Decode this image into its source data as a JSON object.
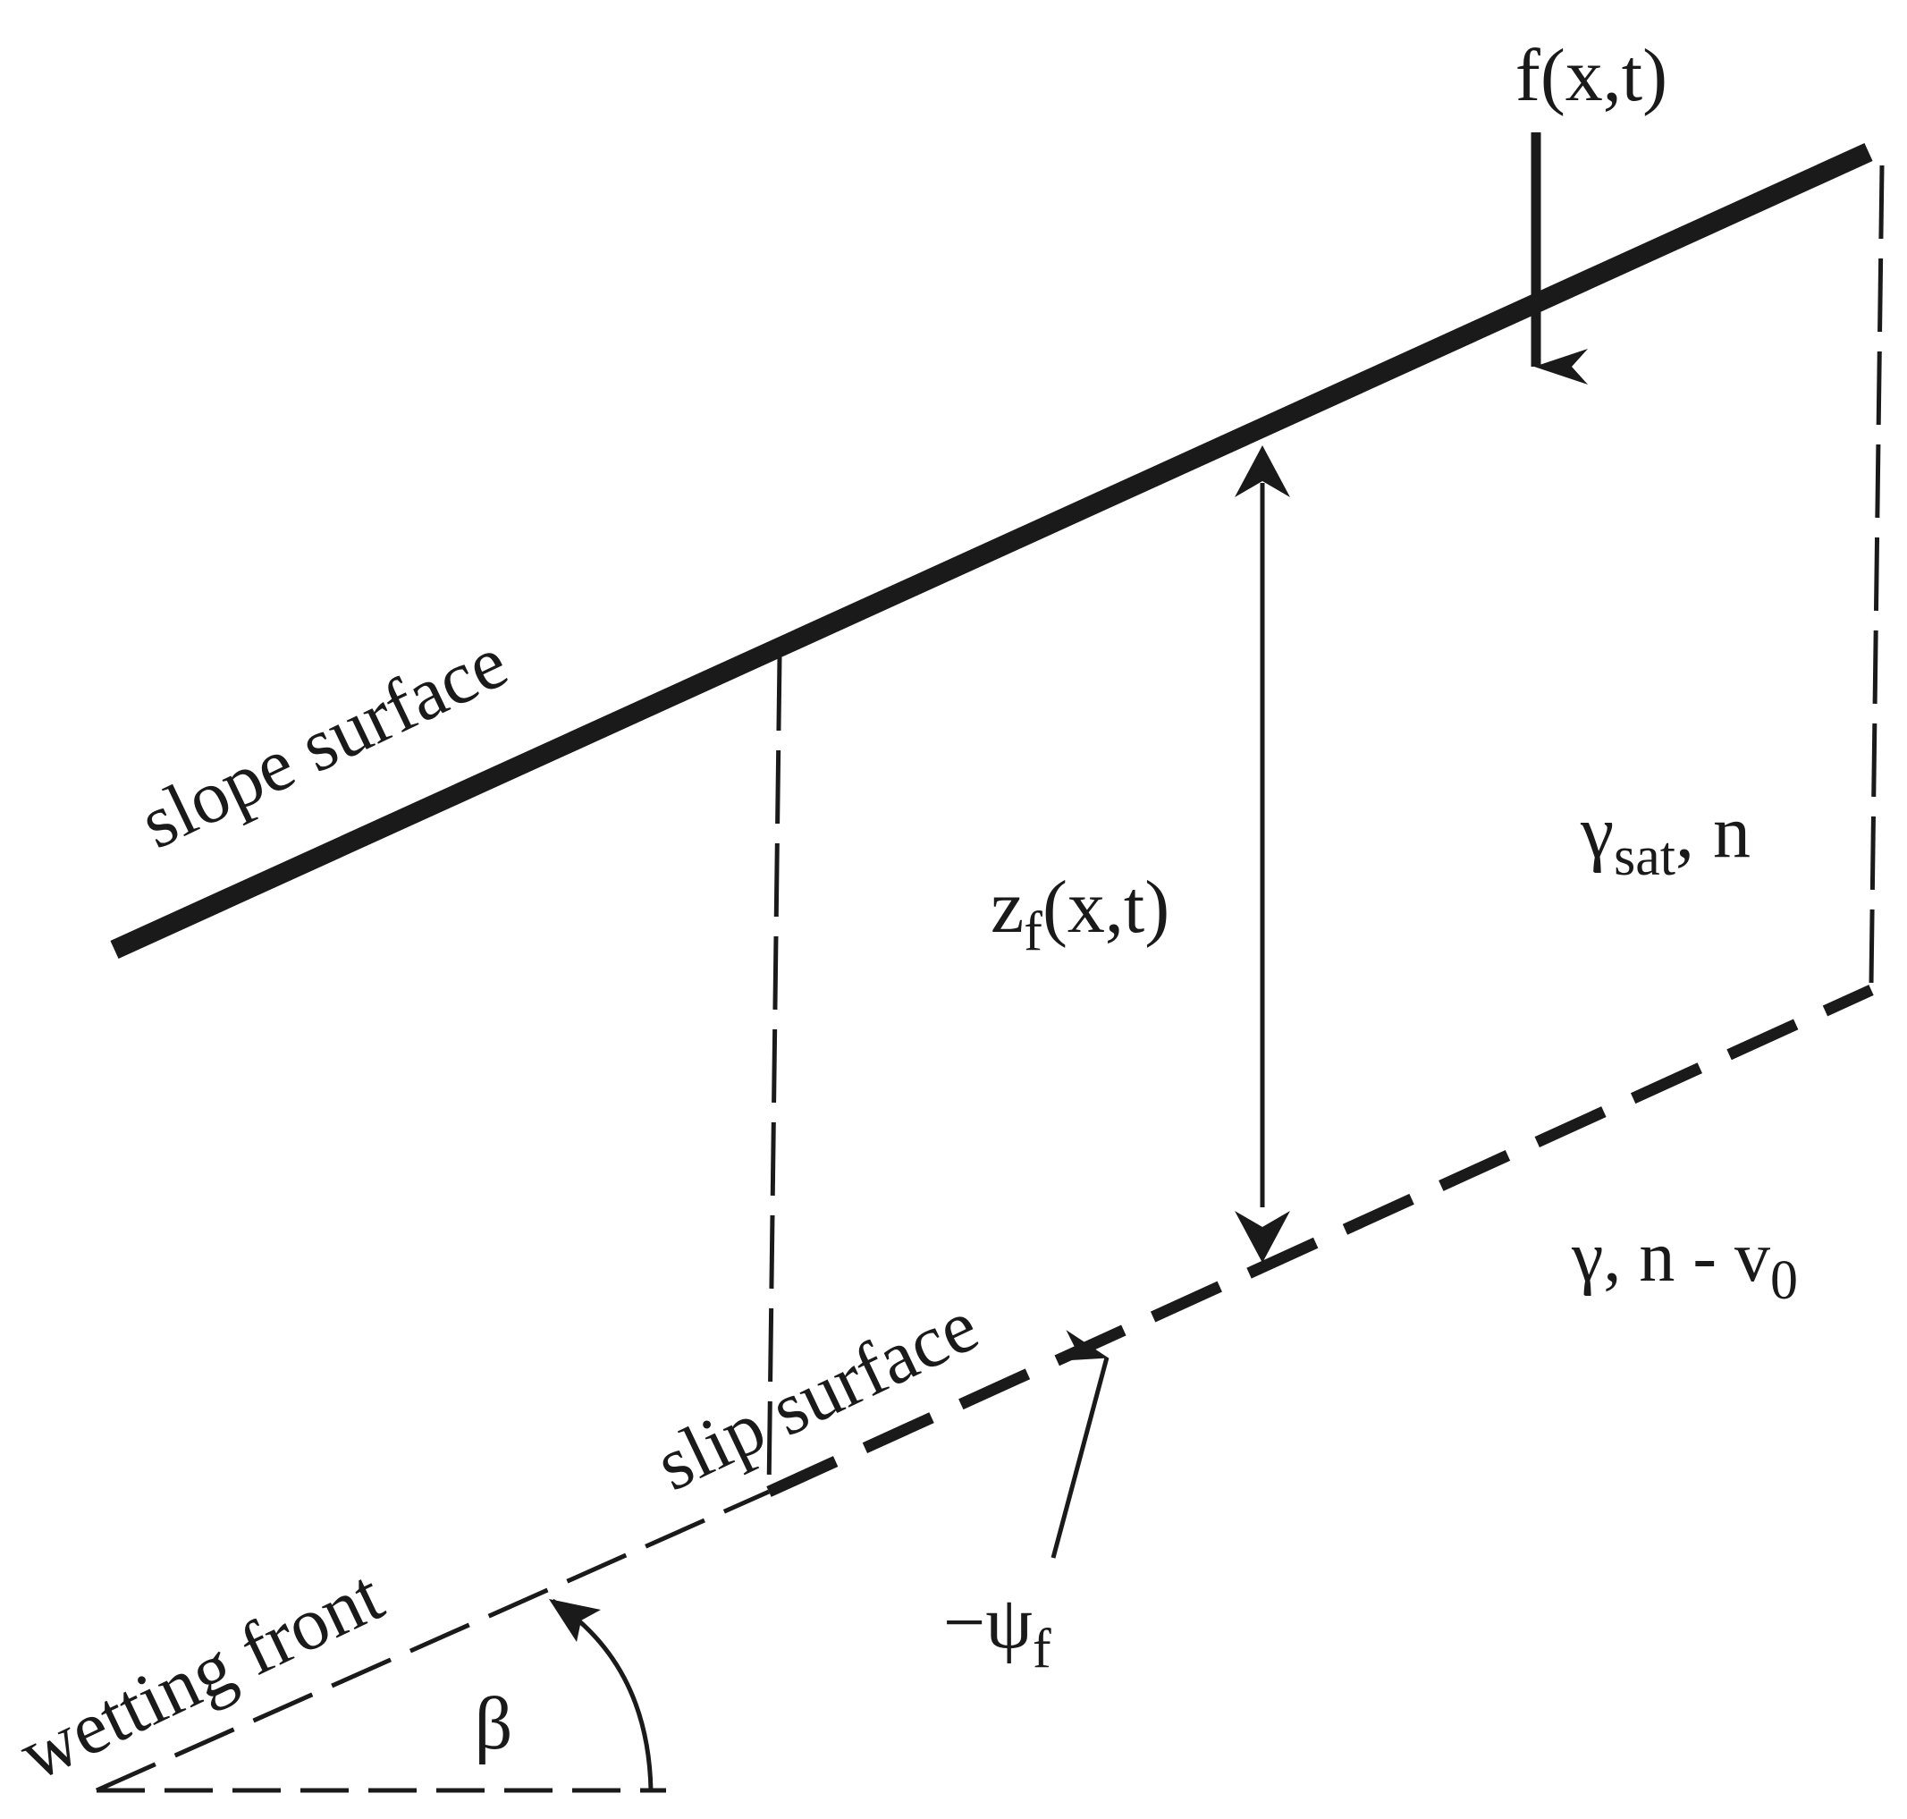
{
  "labels": {
    "rain_symbol": "f(x,t)",
    "slope_surface": "slope surface",
    "depth_main": "z",
    "depth_sub": "f",
    "depth_args": "(x,t)",
    "upper_gamma": "γ",
    "upper_gamma_sub": "sat",
    "upper_rest": ", n",
    "lower_text": "γ, n - v",
    "lower_sub": "0",
    "slip_surface": "slip surface",
    "wetting_front": "wetting front",
    "suction_main": "−ψ",
    "suction_sub": "f",
    "angle": "β"
  },
  "colors": {
    "ink": "#1a1a1a",
    "background": "#ffffff"
  }
}
